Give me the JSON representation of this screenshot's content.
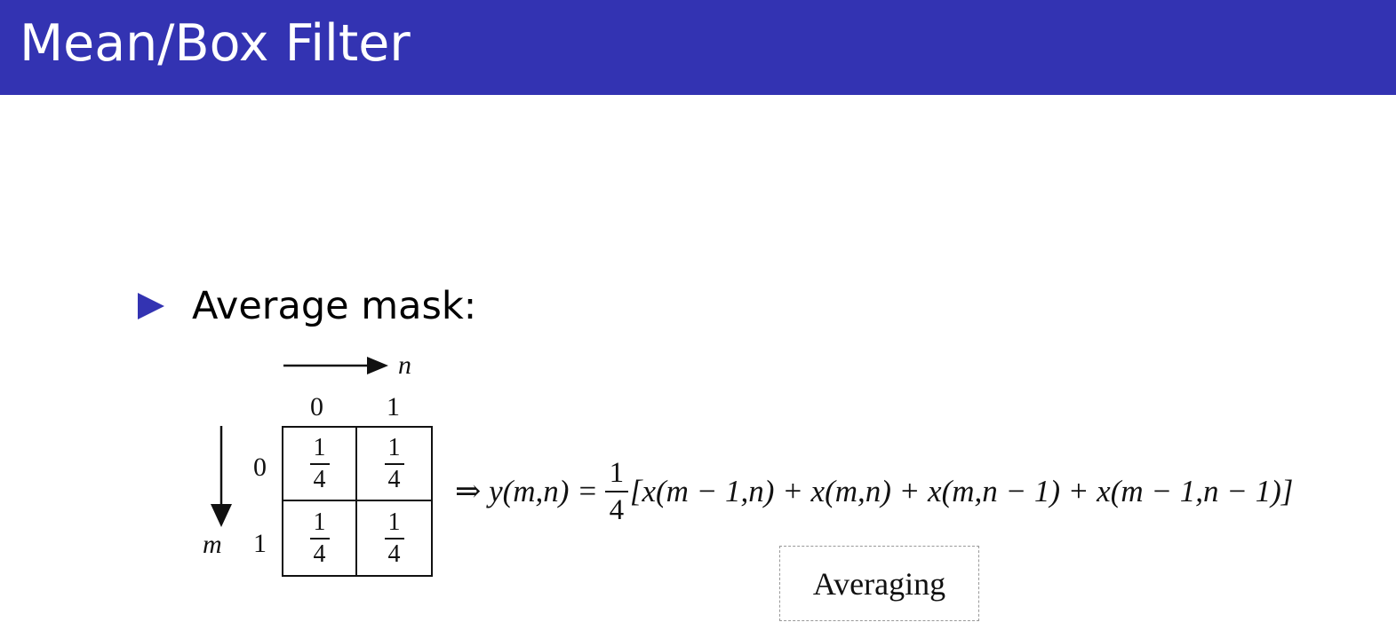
{
  "header": {
    "title": "Mean/Box Filter"
  },
  "bullet": {
    "text": "Average mask:"
  },
  "mask": {
    "n_label": "n",
    "m_label": "m",
    "col_indices": [
      "0",
      "1"
    ],
    "row_indices": [
      "0",
      "1"
    ],
    "cells": [
      {
        "num": "1",
        "den": "4"
      },
      {
        "num": "1",
        "den": "4"
      },
      {
        "num": "1",
        "den": "4"
      },
      {
        "num": "1",
        "den": "4"
      }
    ]
  },
  "equation": {
    "lhs": "⇒ y(m,n) =",
    "coef_num": "1",
    "coef_den": "4",
    "rhs": "[x(m − 1,n) + x(m,n) + x(m,n − 1) + x(m − 1,n − 1)]"
  },
  "caption": {
    "text": "Averaging"
  },
  "colors": {
    "header_bg": "#3333b2",
    "bullet": "#3333b2"
  }
}
